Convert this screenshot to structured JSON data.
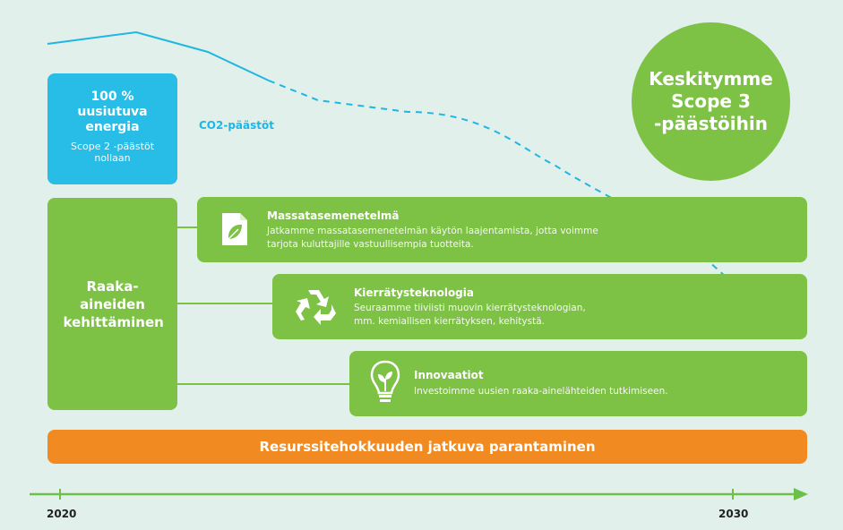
{
  "colors": {
    "background": "#e1f0ea",
    "blue": "#28bde6",
    "green": "#7dc145",
    "orange": "#f28a22",
    "axis": "#6cc04a"
  },
  "energy_box": {
    "title": "100 %\nuusiutuva\nenergia",
    "subtitle": "Scope 2 -päästöt\nnollaan"
  },
  "co2_label": "CO2-päästöt",
  "focus_circle": "Keskitymme\nScope 3\n-päästöihin",
  "raw_material_box": "Raaka-\naineiden\nkehittäminen",
  "initiatives": [
    {
      "title": "Massatasemenetelmä",
      "description": "Jatkamme massatasemenetelmän käytön laajentamista, jotta voimme tarjota kuluttajille vastuullisempia tuotteita.",
      "icon": "leaf-document-icon"
    },
    {
      "title": "Kierrätysteknologia",
      "description": "Seuraamme tiiviisti muovin kierrätysteknologian, mm. kemiallisen kierrätyksen, kehitystä.",
      "icon": "recycle-icon"
    },
    {
      "title": "Innovaatiot",
      "description": "Investoimme uusien raaka-ainelähteiden tutkimiseen.",
      "icon": "lightbulb-sprout-icon"
    }
  ],
  "resource_bar": "Resurssitehokkuuden jatkuva parantaminen",
  "timeline": {
    "start_year": "2020",
    "end_year": "2030"
  }
}
